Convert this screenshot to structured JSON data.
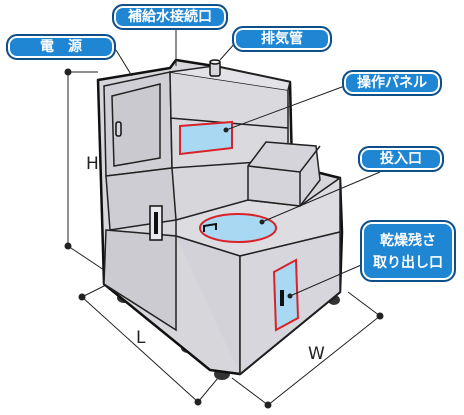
{
  "labels": {
    "power": "電　源",
    "water_inlet": "補給水接続口",
    "exhaust": "排気管",
    "panel": "操作パネル",
    "inlet": "投入口",
    "outlet_line1": "乾燥残さ",
    "outlet_line2": "取り出し口"
  },
  "dimensions": {
    "height": "H",
    "length": "L",
    "width": "W"
  },
  "colors": {
    "callout_fill": "#1f86d4",
    "callout_border": "#0e4f8a",
    "machine_body": "#d6d6db",
    "highlight": "#d8232a",
    "panel_fill": "#a9d8f2"
  }
}
